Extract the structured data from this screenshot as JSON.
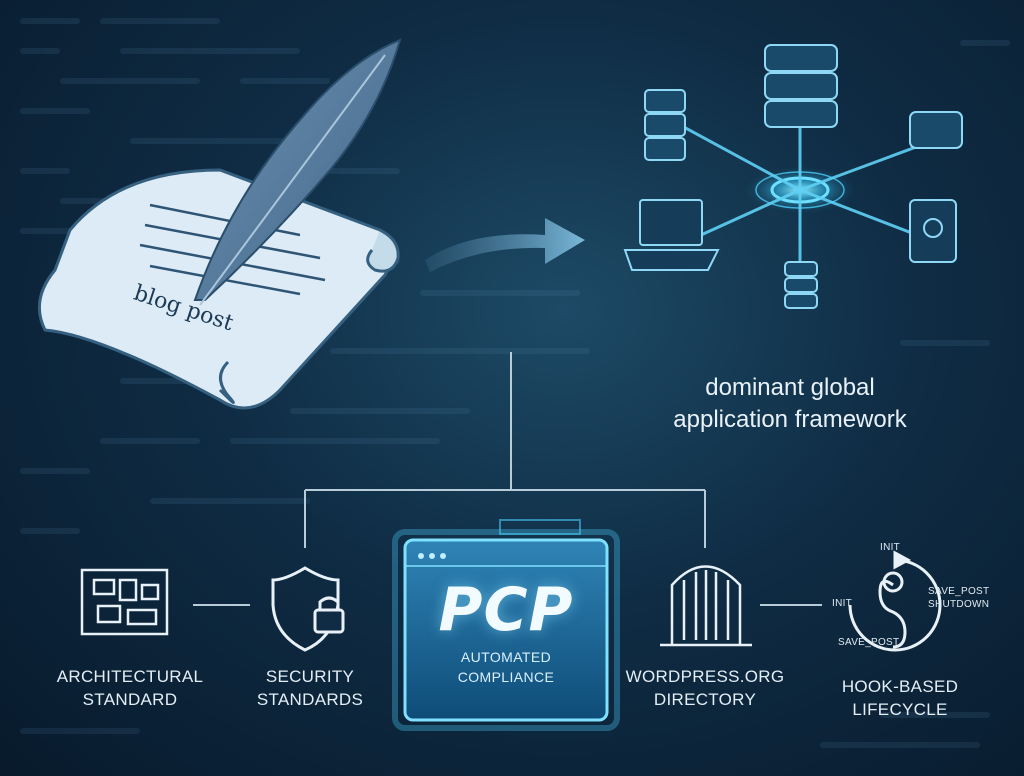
{
  "blog": {
    "label": "blog post"
  },
  "framework": {
    "line1": "dominant global",
    "line2": "application framework"
  },
  "pcp": {
    "title": "PCP",
    "sub1": "AUTOMATED",
    "sub2": "COMPLIANCE"
  },
  "nodes": [
    {
      "line1": "ARCHITECTURAL",
      "line2": "STANDARD",
      "icon": "blueprint-icon"
    },
    {
      "line1": "SECURITY",
      "line2": "STANDARDS",
      "icon": "shield-lock-icon"
    },
    {
      "line1": "WORDPRESS.ORG",
      "line2": "DIRECTORY",
      "icon": "gate-icon"
    },
    {
      "line1": "HOOK-BASED",
      "line2": "LIFECYCLE",
      "icon": "hook-cycle-icon"
    }
  ],
  "hook_labels": {
    "top": "INIT",
    "left": "INIT",
    "right1": "SAVE_POST",
    "right2": "SHUTDOWN",
    "bottom": "SAVE_POST"
  },
  "colors": {
    "accent": "#5fd6ff",
    "background": "#0f2c44",
    "text": "#e3eef5"
  }
}
